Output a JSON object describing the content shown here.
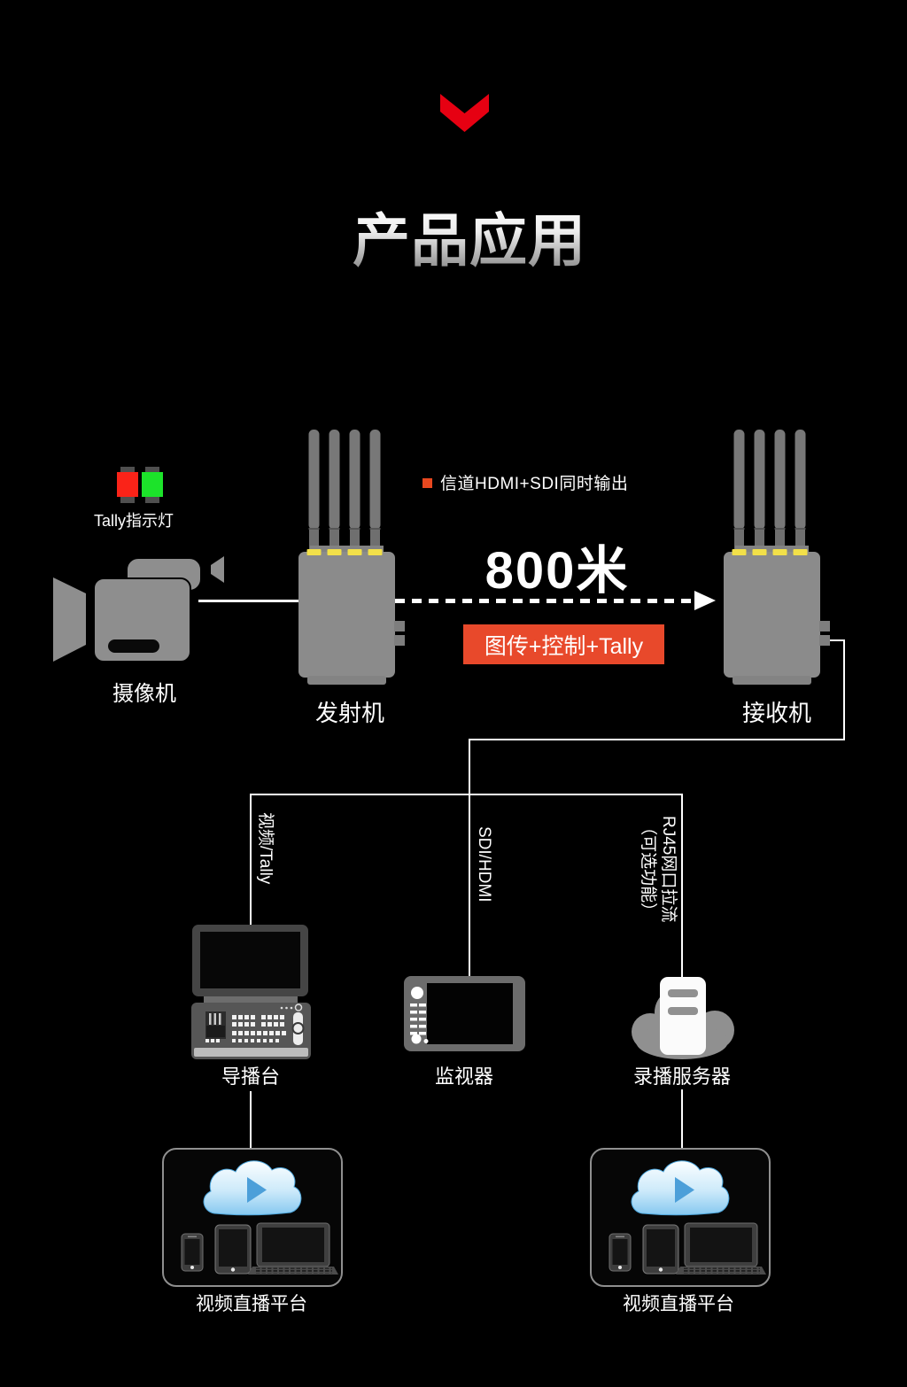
{
  "page": {
    "background": "#000000"
  },
  "header": {
    "icon": "chevron-down-icon",
    "chevron_color": "#e60012",
    "title": "产品应用"
  },
  "tally": {
    "label": "Tally指示灯",
    "red_color": "#fa2318",
    "green_color": "#1ce32a"
  },
  "camera": {
    "label": "摄像机",
    "icon": "camera-icon",
    "color": "#8e8e8e"
  },
  "transmitter": {
    "label": "发射机",
    "icon": "transmitter-icon",
    "body_color": "#8b8b8b",
    "antenna_nut_color": "#f2e049"
  },
  "receiver": {
    "label": "接收机",
    "icon": "receiver-icon"
  },
  "wireless_link": {
    "bullet_color": "#e8481f",
    "channel_note": "信道HDMI+SDI同时输出",
    "distance": "800米",
    "payload_label": "图传+控制+Tally",
    "payload_bg": "#e8492b"
  },
  "branches": {
    "video": {
      "cable": "视频/Tally",
      "device": "导播台",
      "icon": "switcher-console-icon"
    },
    "sdi": {
      "cable": "SDI/HDMI",
      "device": "监视器",
      "icon": "field-monitor-icon"
    },
    "rj45": {
      "cable_line1": "RJ45网口拉流",
      "cable_line2": "（可选功能）",
      "device": "录播服务器",
      "icon": "server-cloud-icon"
    }
  },
  "platforms": {
    "left": {
      "label": "视频直播平台",
      "icon": "streaming-cloud-devices-icon"
    },
    "right": {
      "label": "视频直播平台",
      "icon": "streaming-cloud-devices-icon"
    }
  }
}
